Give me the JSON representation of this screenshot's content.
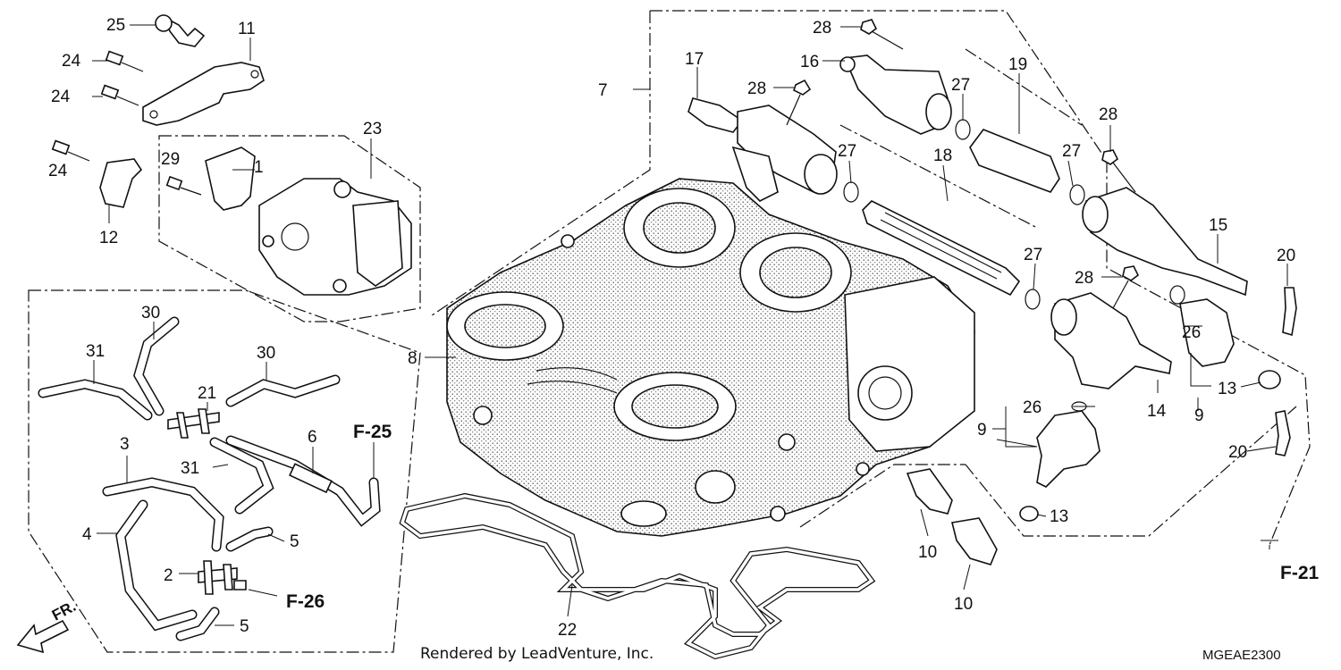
{
  "diagram": {
    "callouts": [
      "1",
      "2",
      "3",
      "4",
      "5",
      "5",
      "6",
      "7",
      "8",
      "9",
      "9",
      "10",
      "10",
      "11",
      "12",
      "13",
      "13",
      "14",
      "15",
      "16",
      "17",
      "18",
      "19",
      "20",
      "20",
      "21",
      "22",
      "23",
      "24",
      "24",
      "24",
      "25",
      "26",
      "26",
      "27",
      "27",
      "27",
      "27",
      "28",
      "28",
      "28",
      "28",
      "29",
      "30",
      "30",
      "31",
      "31"
    ],
    "refs": [
      "F-25",
      "F-26",
      "F-21"
    ],
    "direction_label": "FR.",
    "footer": "Rendered by LeadVenture, Inc.",
    "drawing_code": "MGEAE2300"
  }
}
